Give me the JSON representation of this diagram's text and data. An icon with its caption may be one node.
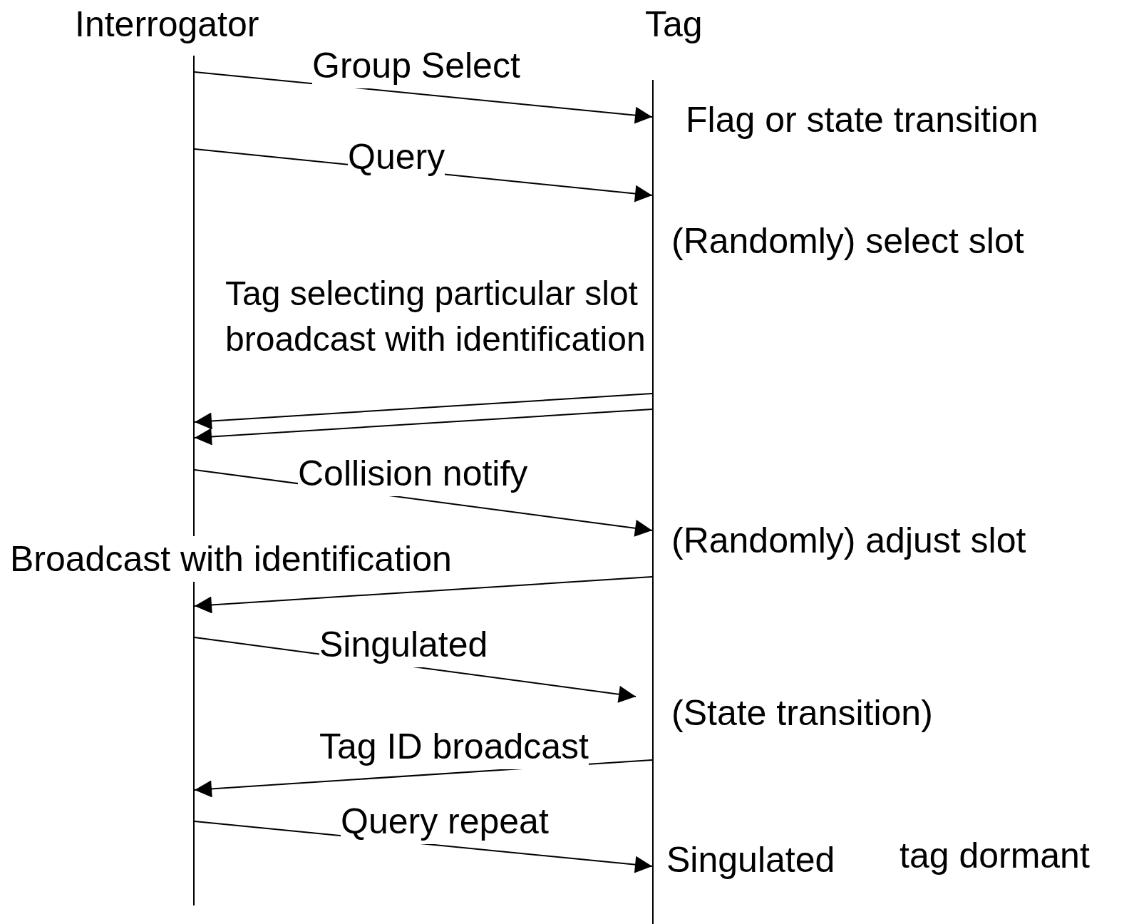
{
  "diagram": {
    "nodes": [
      {
        "text": [
          "Interrogator"
        ]
      },
      {
        "text": [
          "Tag"
        ]
      }
    ],
    "edges": [
      {
        "from": 0,
        "to": 1,
        "arrow": "to",
        "label": "Group Select"
      },
      {
        "from": 0,
        "to": 1,
        "arrow": "to",
        "label": "Query"
      },
      {
        "from": 1,
        "to": 0,
        "arrow": "to",
        "label": "Tag selecting particular slot broadcast with identification"
      },
      {
        "from": 1,
        "to": 0,
        "arrow": "to"
      },
      {
        "from": 0,
        "to": 1,
        "arrow": "to",
        "label": "Collision notify"
      },
      {
        "from": 1,
        "to": 0,
        "arrow": "to",
        "label": "Broadcast with identification"
      },
      {
        "from": 0,
        "to": 1,
        "arrow": "to",
        "label": "Singulated"
      },
      {
        "from": 1,
        "to": 0,
        "arrow": "to",
        "label": "Tag ID broadcast"
      },
      {
        "from": 0,
        "to": 1,
        "arrow": "to",
        "label": "Query repeat"
      }
    ],
    "labels": [
      "Flag or state transition",
      "(Randomly) select slot",
      "(Randomly) adjust slot",
      "(State transition)",
      "Singulated",
      "tag dormant"
    ]
  }
}
